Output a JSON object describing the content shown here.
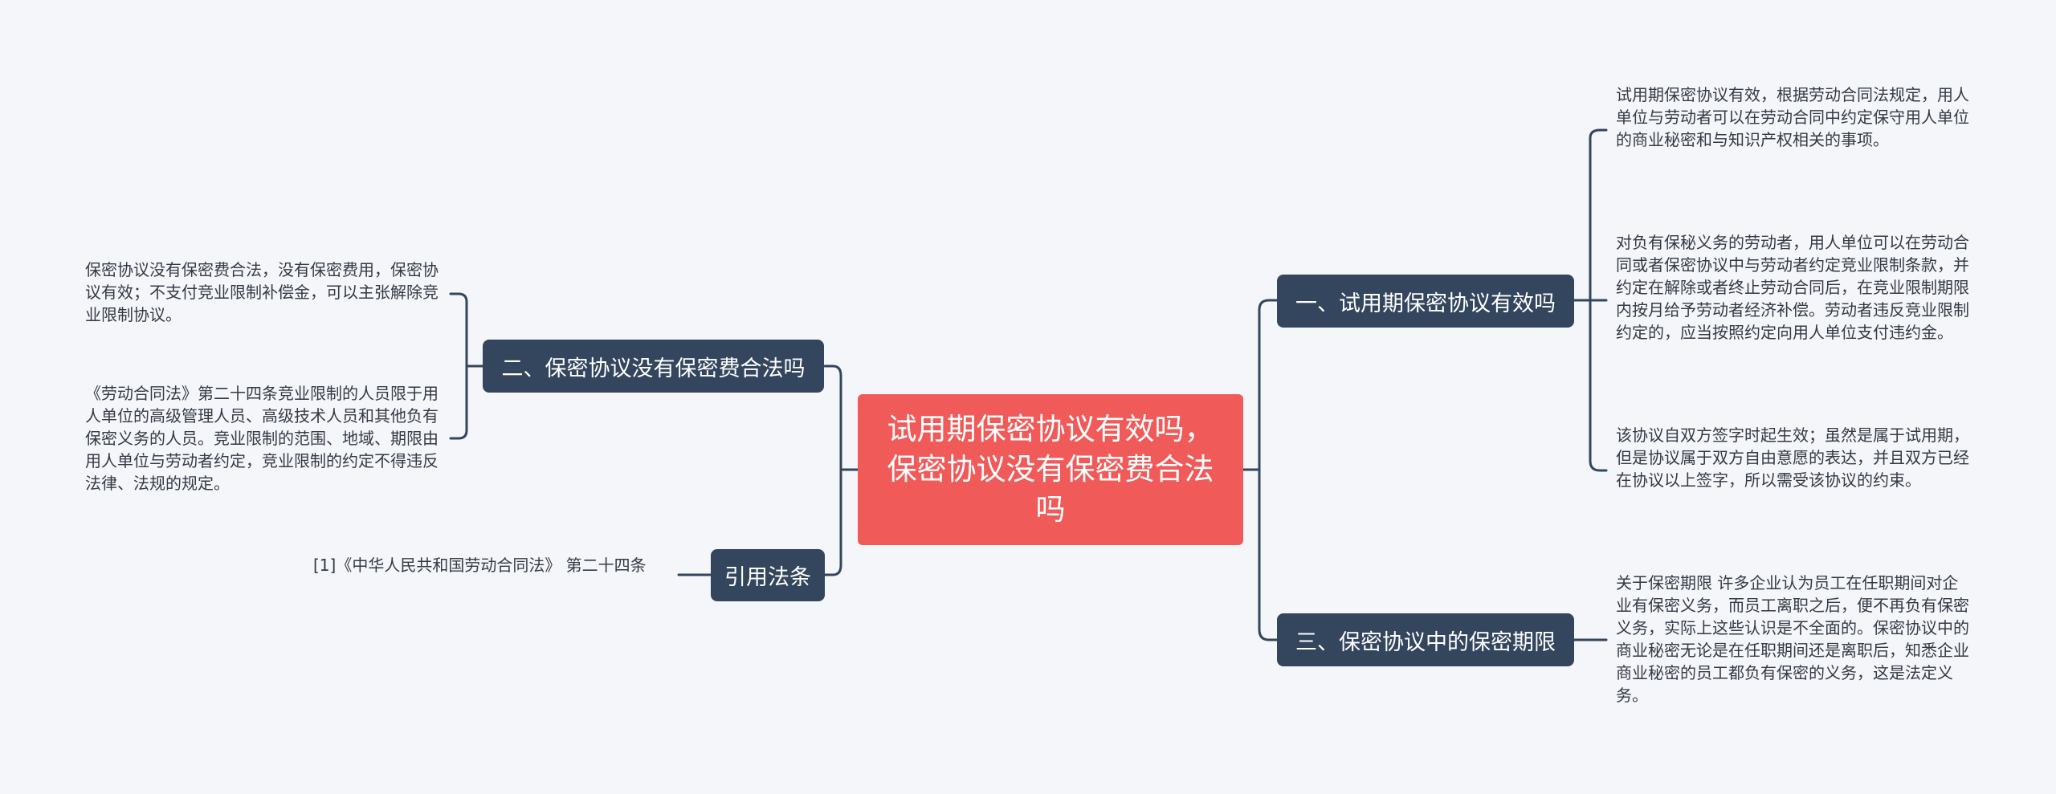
{
  "root": {
    "title": "试用期保密协议有效吗，保密协议没有保密费合法吗"
  },
  "branches": {
    "left1": "二、保密协议没有保密费合法吗",
    "left2": "引用法条",
    "right1": "一、试用期保密协议有效吗",
    "right2": "三、保密协议中的保密期限"
  },
  "leaves": {
    "right1": [
      "试用期保密协议有效，根据劳动合同法规定，用人单位与劳动者可以在劳动合同中约定保守用人单位的商业秘密和与知识产权相关的事项。",
      "对负有保秘义务的劳动者，用人单位可以在劳动合同或者保密协议中与劳动者约定竞业限制条款，并约定在解除或者终止劳动合同后，在竞业限制期限内按月给予劳动者经济补偿。劳动者违反竞业限制约定的，应当按照约定向用人单位支付违约金。",
      "该协议自双方签字时起生效；虽然是属于试用期，但是协议属于双方自由意愿的表达，并且双方已经在协议以上签字，所以需受该协议的约束。"
    ],
    "right2": [
      "关于保密期限 许多企业认为员工在任职期间对企业有保密义务，而员工离职之后，便不再负有保密义务，实际上这些认识是不全面的。保密协议中的商业秘密无论是在任职期间还是离职后，知悉企业商业秘密的员工都负有保密的义务，这是法定义务。"
    ],
    "left1": [
      "保密协议没有保密费合法，没有保密费用，保密协议有效；不支付竞业限制补偿金，可以主张解除竞业限制协议。",
      "《劳动合同法》第二十四条竞业限制的人员限于用人单位的高级管理人员、高级技术人员和其他负有保密义务的人员。竞业限制的范围、地域、期限由用人单位与劳动者约定，竞业限制的约定不得违反法律、法规的规定。"
    ],
    "left2": [
      "[1]《中华人民共和国劳动合同法》 第二十四条"
    ]
  },
  "colors": {
    "root": "#f05a59",
    "branch": "#33465e",
    "line": "#33465e",
    "background": "#f5f6f9",
    "leaf_text": "#333a45"
  }
}
